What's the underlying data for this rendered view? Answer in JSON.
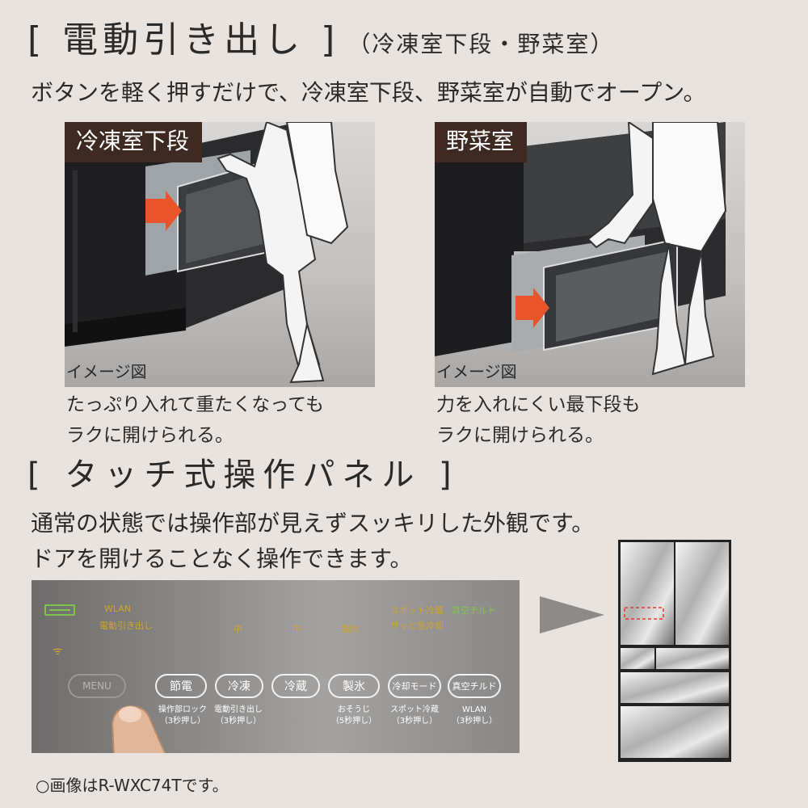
{
  "section1": {
    "title": "[ 電動引き出し ]",
    "subtitle": "（冷凍室下段・野菜室）",
    "lead": "ボタンを軽く押すだけで、冷凍室下段、野菜室が自動でオープン。"
  },
  "left_photo": {
    "tag": "冷凍室下段",
    "image_note": "イメージ図",
    "caption_line1": "たっぷり入れて重たくなっても",
    "caption_line2": "ラクに開けられる。"
  },
  "right_photo": {
    "tag": "野菜室",
    "image_note": "イメージ図",
    "caption_line1": "力を入れにくい最下段も",
    "caption_line2": "ラクに開けられる。"
  },
  "section2": {
    "title": "[ タッチ式操作パネル ]",
    "lead_line1": "通常の状態では操作部が見えずスッキリした外観です。",
    "lead_line2": "ドアを開けることなく操作できます。"
  },
  "panel": {
    "indicators": {
      "wlan": "WLAN",
      "denki": "電動引き出し",
      "chu1": "中",
      "chu2": "中",
      "seihyo": "製氷",
      "spot": "スポット冷蔵",
      "sassa": "サッと急冷却",
      "shinku": "真空チルド"
    },
    "menu_label": "MENU",
    "buttons": [
      "節電",
      "冷凍",
      "冷蔵",
      "製氷",
      "冷却モード",
      "真空チルド"
    ],
    "sublabels": {
      "lock": "操作部ロック",
      "lock_sub": "（3秒押し）",
      "denki": "電動引き出し",
      "denki_sub": "（3秒押し）",
      "osouji": "おそうじ",
      "osouji_sub": "（5秒押し）",
      "spot": "スポット冷蔵",
      "spot_sub": "（3秒押し）",
      "wlan": "WLAN",
      "wlan_sub": "（3秒押し）"
    }
  },
  "note": "○画像はR-WXC74Tです。",
  "colors": {
    "background": "#e8e3df",
    "tag_bg": "#3e2a22",
    "arrow": "#e8552b",
    "indicator": "#d0a42c",
    "indicator_green": "#7fc34a"
  }
}
